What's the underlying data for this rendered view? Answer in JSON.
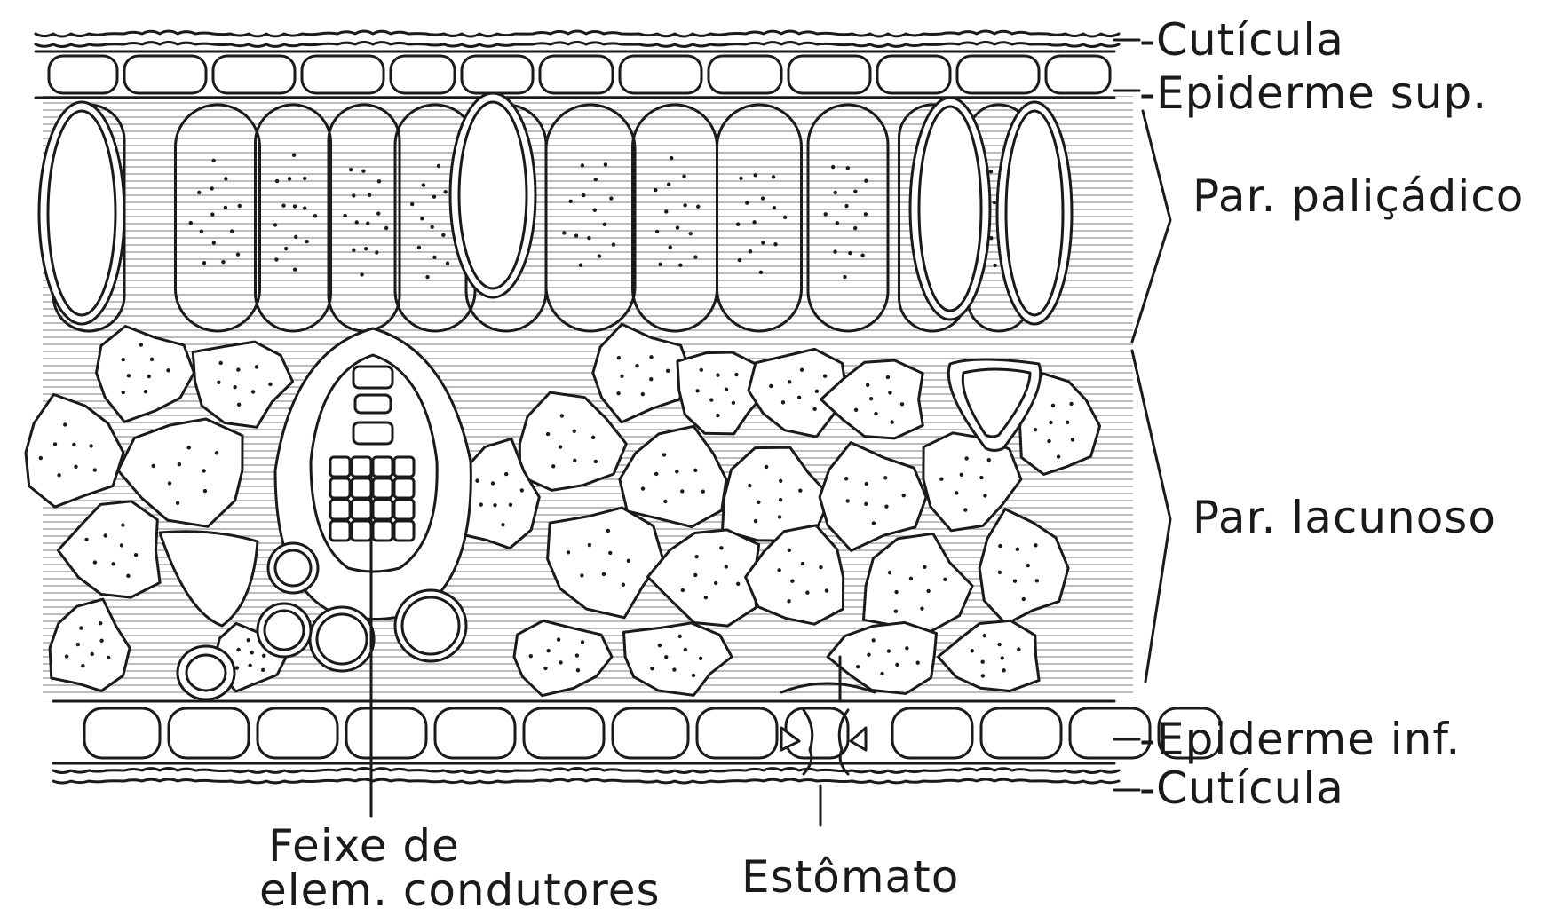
{
  "labels": {
    "cuticula_top": "-Cutícula",
    "epiderme_sup": "-Epiderme sup.",
    "par_palicadico": "Par. paliçádico",
    "par_lacunoso": "Par. lacunoso",
    "epiderme_inf": "-Epiderme inf.",
    "cuticula_bottom": "-Cutícula",
    "feixe_line1": "Feixe de",
    "feixe_line2": "elem. condutores",
    "estomato": "Estômato"
  },
  "colors": {
    "ink": "#1a1a1a",
    "paper": "#ffffff"
  }
}
